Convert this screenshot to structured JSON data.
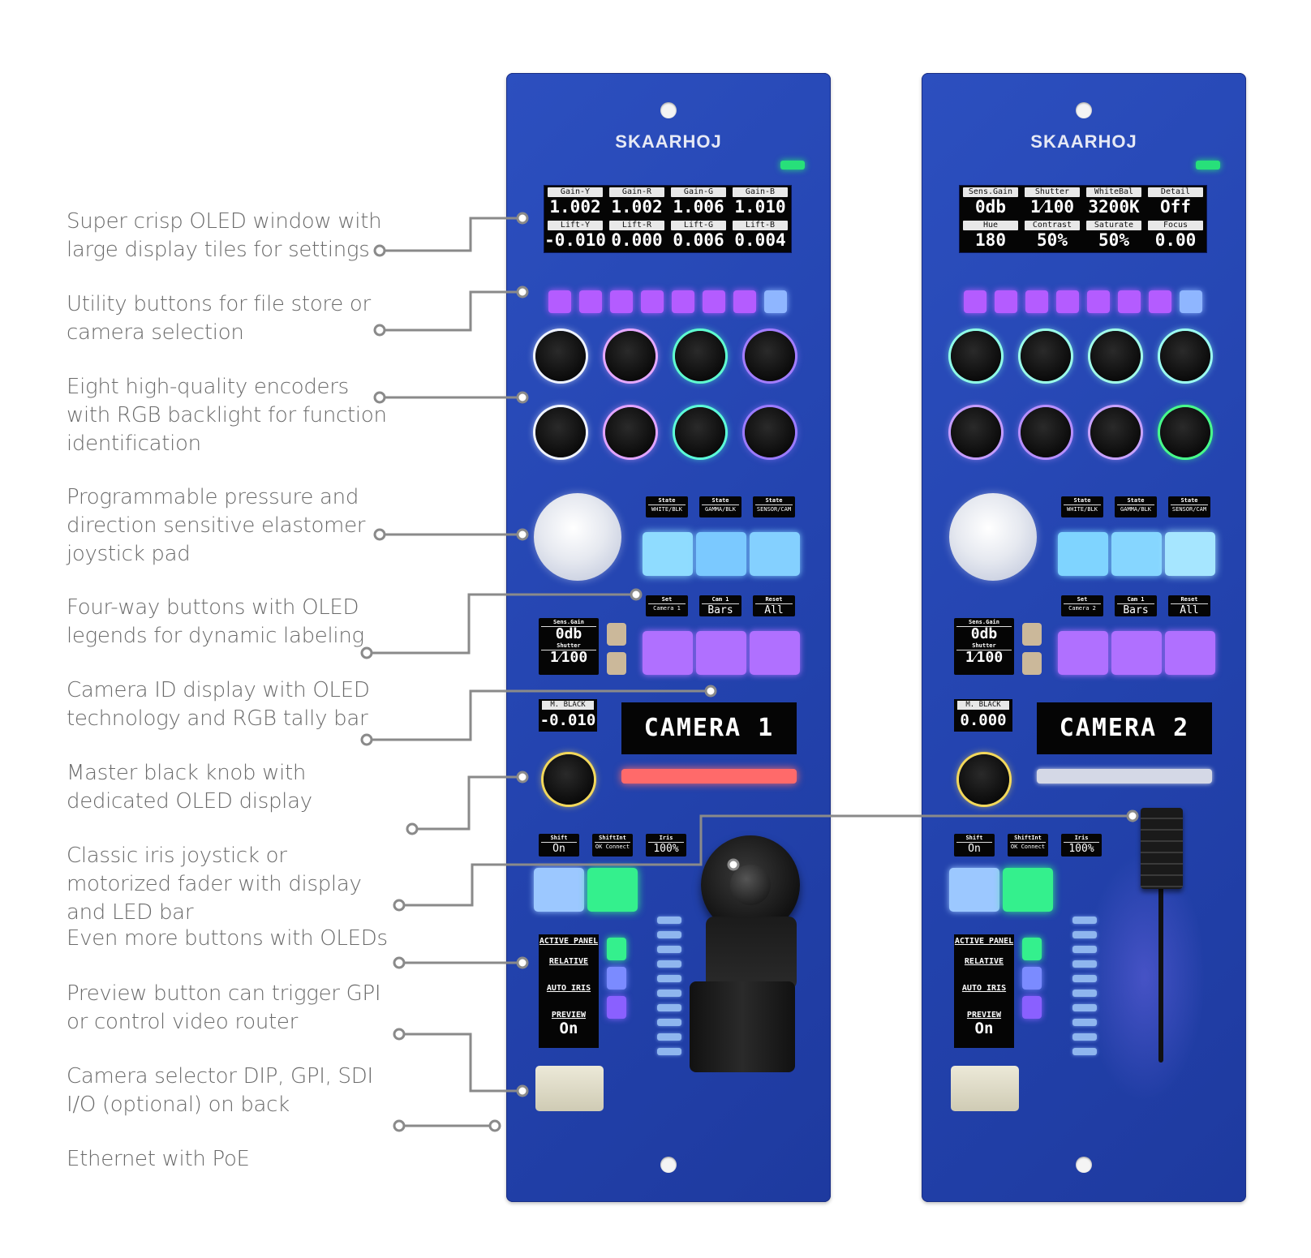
{
  "captions": [
    "Super crisp OLED window with large display tiles for settings",
    "Utility buttons for file store or camera selection",
    "Eight high-quality encoders with RGB backlight for function identification",
    "Programmable pressure and direction sensitive elastomer joystick pad",
    "Four-way buttons with OLED legends for dynamic labeling",
    "Camera ID display with OLED technology and RGB tally bar",
    "Master black knob with dedicated OLED display",
    "Classic iris joystick or motorized fader with display and LED bar",
    "Even more buttons with OLEDs",
    "Preview button can trigger GPI or control video router",
    "Camera selector DIP, GPI, SDI I/O (optional) on back",
    "Ethernet with PoE"
  ],
  "panels": [
    {
      "brand": "SKAARHOJ",
      "tiles": [
        {
          "label": "Gain-Y",
          "value": "1.002"
        },
        {
          "label": "Gain-R",
          "value": "1.002"
        },
        {
          "label": "Gain-G",
          "value": "1.006"
        },
        {
          "label": "Gain-B",
          "value": "1.010"
        },
        {
          "label": "Lift-Y",
          "value": "-0.010"
        },
        {
          "label": "Lift-R",
          "value": "0.000"
        },
        {
          "label": "Lift-G",
          "value": "0.006"
        },
        {
          "label": "Lift-B",
          "value": "0.004"
        }
      ],
      "state_displays": [
        {
          "label": "State",
          "value": "WHITE/BLK"
        },
        {
          "label": "State",
          "value": "GAMMA/BLK"
        },
        {
          "label": "State",
          "value": "SENSOR/CAM"
        }
      ],
      "four_way_displays": [
        {
          "label": "Set",
          "value": "Camera 1"
        },
        {
          "label": "Cam 1",
          "value": "Bars"
        },
        {
          "label": "Reset",
          "value": "All"
        }
      ],
      "sens_display": {
        "label1": "Sens.Gain",
        "value1": "0db",
        "label2": "Shutter",
        "value2": "1⁄100"
      },
      "mblack": {
        "label": "M. BLACK",
        "value": "-0.010"
      },
      "camera_id": "CAMERA 1",
      "tally_color": "#ff6a6a",
      "small_displays": [
        {
          "label": "Shift",
          "value": "On"
        },
        {
          "label": "ShiftInt",
          "value": "OK Connect"
        },
        {
          "label": "Iris",
          "value": "100%"
        }
      ],
      "bottom_oled": {
        "items": [
          "ACTIVE PANEL",
          "RELATIVE",
          "AUTO IRIS",
          "PREVIEW"
        ],
        "value": "On"
      },
      "ring_colors": [
        "#eef2ff",
        "#e6a8ff",
        "#5fffd0",
        "#a37dff",
        "#f0f4ff",
        "#e3a4ff",
        "#5cffd8",
        "#9c7bff"
      ]
    },
    {
      "brand": "SKAARHOJ",
      "tiles": [
        {
          "label": "Sens.Gain",
          "value": "0db"
        },
        {
          "label": "Shutter",
          "value": "1⁄100"
        },
        {
          "label": "WhiteBal",
          "value": "3200K"
        },
        {
          "label": "Detail",
          "value": "Off"
        },
        {
          "label": "Hue",
          "value": "180"
        },
        {
          "label": "Contrast",
          "value": "50%"
        },
        {
          "label": "Saturate",
          "value": "50%"
        },
        {
          "label": "Focus",
          "value": "0.00"
        }
      ],
      "state_displays": [
        {
          "label": "State",
          "value": "WHITE/BLK"
        },
        {
          "label": "State",
          "value": "GAMMA/BLK"
        },
        {
          "label": "State",
          "value": "SENSOR/CAM"
        }
      ],
      "four_way_displays": [
        {
          "label": "Set",
          "value": "Camera 2"
        },
        {
          "label": "Cam 1",
          "value": "Bars"
        },
        {
          "label": "Reset",
          "value": "All"
        }
      ],
      "sens_display": {
        "label1": "Sens.Gain",
        "value1": "0db",
        "label2": "Shutter",
        "value2": "1⁄100"
      },
      "mblack": {
        "label": "M. BLACK",
        "value": "0.000"
      },
      "camera_id": "CAMERA 2",
      "tally_color": "#d4d8e6",
      "small_displays": [
        {
          "label": "Shift",
          "value": "On"
        },
        {
          "label": "ShiftInt",
          "value": "OK Connect"
        },
        {
          "label": "Iris",
          "value": "100%"
        }
      ],
      "bottom_oled": {
        "items": [
          "ACTIVE PANEL",
          "RELATIVE",
          "AUTO IRIS",
          "PREVIEW"
        ],
        "value": "On"
      },
      "ring_colors": [
        "#8fffe6",
        "#9bffe8",
        "#a2ffe8",
        "#9cfff0",
        "#c59cff",
        "#b88fff",
        "#c9a2ff",
        "#48ff8a"
      ]
    }
  ],
  "colors": {
    "panel_blue": "#2447b5",
    "utility_purple": "#b45cff",
    "utility_blue": "#8fb6ff",
    "pad_cyan": "#7fd4ff",
    "pad_purple": "#b070ff",
    "status_green": "#27e07a",
    "master_knob_ring": "#f3d85a"
  }
}
